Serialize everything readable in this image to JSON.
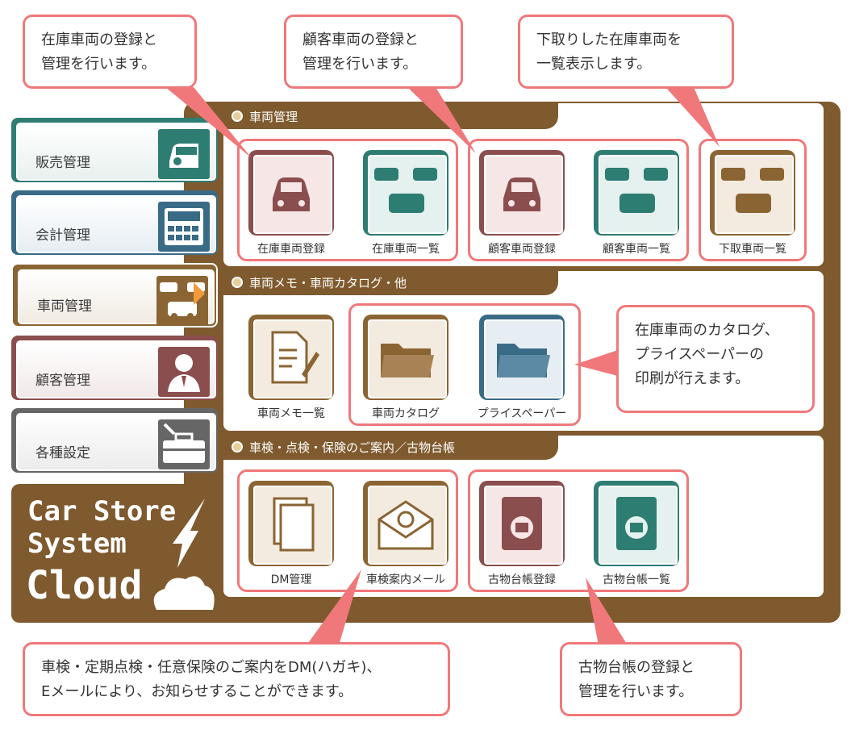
{
  "sidebar": {
    "items": [
      {
        "label": "販売管理",
        "icon": "car-front-icon",
        "color": "#2e7d73"
      },
      {
        "label": "会計管理",
        "icon": "calculator-icon",
        "color": "#3a6b86"
      },
      {
        "label": "車両管理",
        "icon": "cars-icon",
        "color": "#8a6533",
        "active": true
      },
      {
        "label": "顧客管理",
        "icon": "person-icon",
        "color": "#8b4e4e"
      },
      {
        "label": "各種設定",
        "icon": "toolbox-icon",
        "color": "#666666"
      }
    ]
  },
  "logo": {
    "line1": "Car Store",
    "line2": "System",
    "line3": "Cloud"
  },
  "sections": [
    {
      "title": "車両管理"
    },
    {
      "title": "車両メモ・車両カタログ・他"
    },
    {
      "title": "車検・点検・保険のご案内／古物台帳"
    }
  ],
  "icons": {
    "stock_register": "在庫車両登録",
    "stock_list": "在庫車両一覧",
    "customer_register": "顧客車両登録",
    "customer_list": "顧客車両一覧",
    "tradein_list": "下取車両一覧",
    "memo_list": "車両メモ一覧",
    "catalog": "車両カタログ",
    "price_paper": "プライスペーパー",
    "dm": "DM管理",
    "mail": "車検案内メール",
    "ledger_register": "古物台帳登録",
    "ledger_list": "古物台帳一覧"
  },
  "callouts": {
    "stock": [
      "在庫車両の登録と",
      "管理を行います。"
    ],
    "customer": [
      "顧客車両の登録と",
      "管理を行います。"
    ],
    "tradein": [
      "下取りした在庫車両を",
      "一覧表示します。"
    ],
    "catalog": [
      "在庫車両のカタログ、",
      "プライスペーパーの",
      "印刷が行えます。"
    ],
    "dm": [
      "車検・定期点検・任意保険のご案内をDM(ハガキ)、",
      "Eメールにより、お知らせすることができます。"
    ],
    "ledger": [
      "古物台帳の登録と",
      "管理を行います。"
    ]
  },
  "colors": {
    "brown": "#7f5a2e",
    "pink": "#f0787a",
    "accent_arrow": "#f39a3b"
  }
}
